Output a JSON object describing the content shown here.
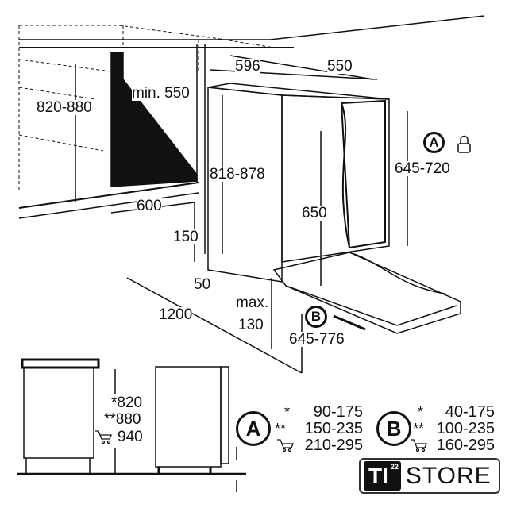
{
  "dimensions": {
    "niche_height": "820-880",
    "min_depth": "min. 550",
    "width": "596",
    "depth": "550",
    "appliance_height": "818-878",
    "door_panel_height": "645-720",
    "inner_650": "650",
    "niche_width": "600",
    "plinth_150": "150",
    "gap_50": "50",
    "door_swing": "1200",
    "max_label": "max.",
    "max_value": "130",
    "range_b": "645-776",
    "side_height_1": "*820",
    "side_height_2": "**880",
    "side_height_3": "940"
  },
  "markers": {
    "a": "A",
    "b": "B"
  },
  "legend": {
    "a": {
      "label": "A",
      "rows": [
        {
          "mark": "*",
          "value": "90-175"
        },
        {
          "mark": "**",
          "value": "150-235"
        },
        {
          "mark": "cart",
          "value": "210-295"
        }
      ]
    },
    "b": {
      "label": "B",
      "rows": [
        {
          "mark": "*",
          "value": "40-175"
        },
        {
          "mark": "**",
          "value": "100-235"
        },
        {
          "mark": "cart",
          "value": "160-295"
        }
      ]
    }
  },
  "logo": {
    "ti": "TI",
    "sup": "22",
    "store": "STORE"
  }
}
